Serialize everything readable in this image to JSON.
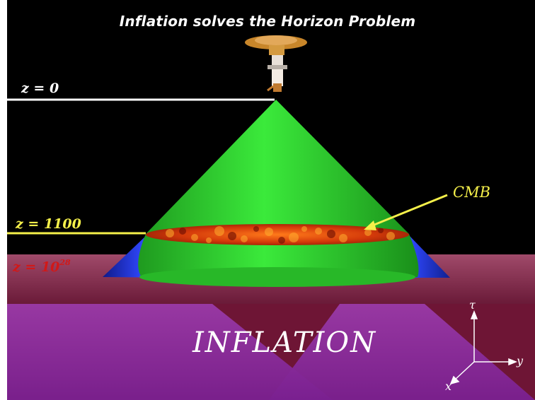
{
  "title": "Inflation solves the Horizon Problem",
  "redshift_labels": {
    "z0": "z = 0",
    "z1100": "z = 1100",
    "z_inflation_base": "z = 10",
    "z_inflation_exp": "28"
  },
  "cmb_label": "CMB",
  "inflation_label": "INFLATION",
  "axes": {
    "tau": "τ",
    "y": "y",
    "x": "x"
  },
  "colors": {
    "background": "#000000",
    "light_cone": "#2fd62f",
    "small_cones": "#1f2fd0",
    "cmb_surface": "#c8360c",
    "inflation_plane": "#7a1f3e",
    "inflation_cones": "#8a2a9a",
    "z0_line": "#ffffff",
    "z1100_line": "#f5f04a",
    "z_inflation_text": "#d11818",
    "cmb_arrow": "#f5f04a"
  },
  "icons": {
    "observer": "satellite-icon"
  }
}
